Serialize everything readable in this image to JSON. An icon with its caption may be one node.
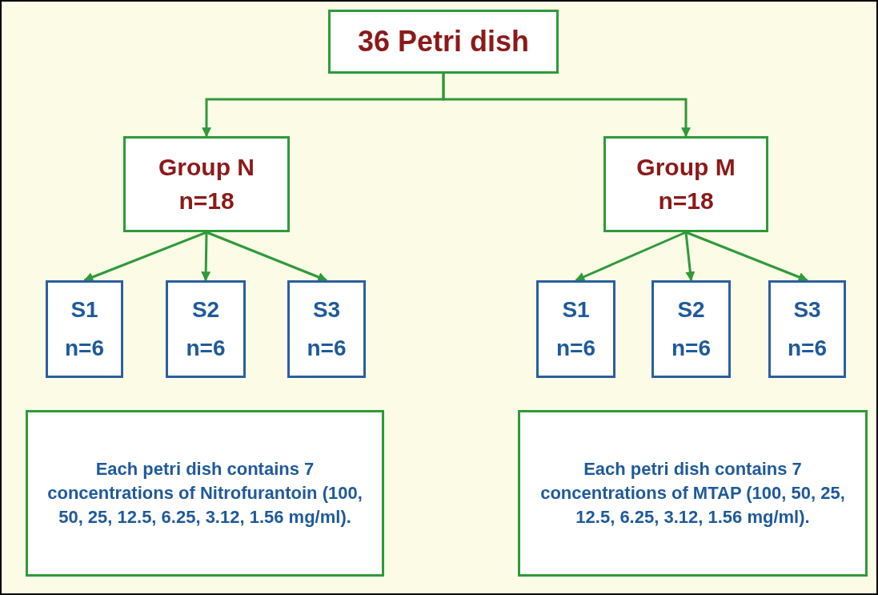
{
  "diagram": {
    "nodes": [
      {
        "text": [
          "36 Petri dish"
        ]
      },
      {
        "text": [
          "Group N",
          "n=18"
        ]
      },
      {
        "text": [
          "Group M",
          "n=18"
        ]
      },
      {
        "text": [
          "S1",
          "n=6"
        ]
      },
      {
        "text": [
          "S2",
          "n=6"
        ]
      },
      {
        "text": [
          "S3",
          "n=6"
        ]
      },
      {
        "text": [
          "S1",
          "n=6"
        ]
      },
      {
        "text": [
          "S2",
          "n=6"
        ]
      },
      {
        "text": [
          "S3",
          "n=6"
        ]
      },
      {
        "text": [
          "Each petri dish contains 7 concentrations of Nitrofurantoin (100, 50, 25, 12.5, 6.25, 3.12, 1.56 mg/ml)."
        ]
      },
      {
        "text": [
          "Each petri dish contains 7 concentrations of MTAP (100, 50, 25, 12.5, 6.25, 3.12, 1.56 mg/ml)."
        ]
      }
    ],
    "edges": [
      {
        "from": 0,
        "to": 1,
        "arrow": "to"
      },
      {
        "from": 0,
        "to": 2,
        "arrow": "to"
      },
      {
        "from": 1,
        "to": 3,
        "arrow": "to"
      },
      {
        "from": 1,
        "to": 4,
        "arrow": "to"
      },
      {
        "from": 1,
        "to": 5,
        "arrow": "to"
      },
      {
        "from": 2,
        "to": 6,
        "arrow": "to"
      },
      {
        "from": 2,
        "to": 7,
        "arrow": "to"
      },
      {
        "from": 2,
        "to": 8,
        "arrow": "to"
      }
    ]
  }
}
